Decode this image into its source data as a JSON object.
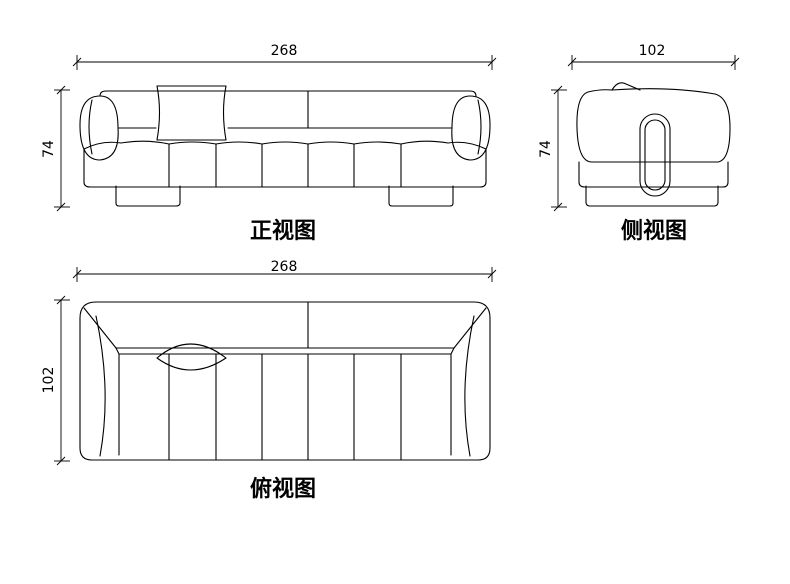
{
  "front_view": {
    "title": "正视图",
    "width_dim": "268",
    "height_dim": "74"
  },
  "side_view": {
    "title": "侧视图",
    "width_dim": "102",
    "height_dim": "74"
  },
  "top_view": {
    "title": "俯视图",
    "width_dim": "268",
    "height_dim": "102"
  }
}
